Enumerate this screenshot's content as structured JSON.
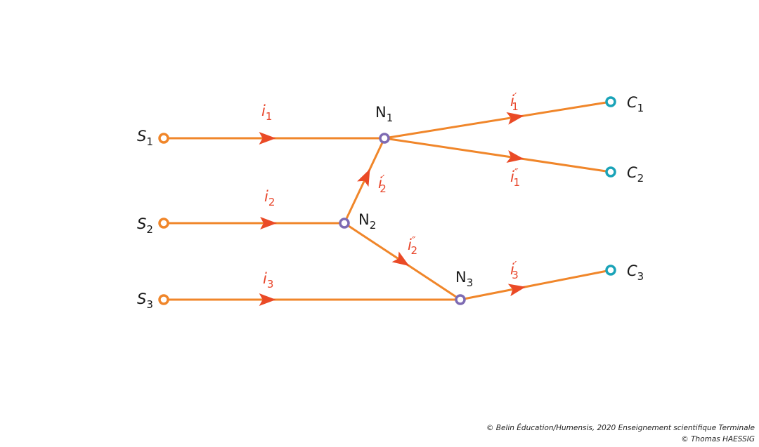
{
  "colors": {
    "wire": "#f0862a",
    "arrow": "#ea4a26",
    "source": "#f0862a",
    "node": "#7e6bb3",
    "consumer": "#1aa3b8",
    "current_text": "#e8452a",
    "label_text": "#1a1a1a"
  },
  "sources": [
    {
      "name": "S",
      "sub": "1"
    },
    {
      "name": "S",
      "sub": "2"
    },
    {
      "name": "S",
      "sub": "3"
    }
  ],
  "nodes": [
    {
      "name": "N",
      "sub": "1"
    },
    {
      "name": "N",
      "sub": "2"
    },
    {
      "name": "N",
      "sub": "3"
    }
  ],
  "consumers": [
    {
      "name": "C",
      "sub": "1"
    },
    {
      "name": "C",
      "sub": "2"
    },
    {
      "name": "C",
      "sub": "3"
    }
  ],
  "currents": [
    {
      "name": "i",
      "sub": "1",
      "prime": ""
    },
    {
      "name": "i",
      "sub": "2",
      "prime": ""
    },
    {
      "name": "i",
      "sub": "3",
      "prime": ""
    },
    {
      "name": "i",
      "sub": "2",
      "prime": "′"
    },
    {
      "name": "i",
      "sub": "2",
      "prime": "″"
    },
    {
      "name": "i",
      "sub": "1",
      "prime": "′"
    },
    {
      "name": "i",
      "sub": "1",
      "prime": "″"
    },
    {
      "name": "i",
      "sub": "3",
      "prime": "′"
    }
  ],
  "credits": {
    "line1": "© Belin Éducation/Humensis, 2020 Enseignement scientifique Terminale",
    "line2": "© Thomas HAESSIG"
  }
}
